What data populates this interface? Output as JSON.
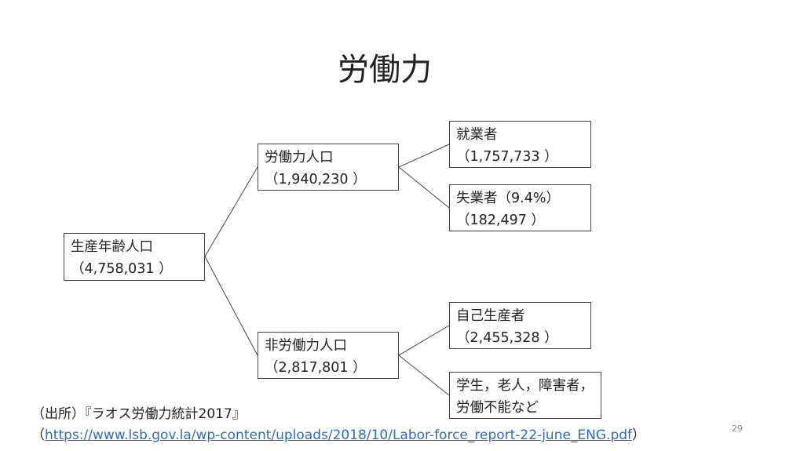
{
  "title": "労働力",
  "tree": {
    "root": {
      "label": "生産年齢人口",
      "value": "（4,758,031 ）"
    },
    "labor_force": {
      "label": "労働力人口",
      "value": "（1,940,230 ）"
    },
    "employed": {
      "label": "就業者",
      "value": "（1,757,733 ）"
    },
    "unemployed": {
      "label": "失業者（9.4%）",
      "value": "（182,497 ）"
    },
    "non_labor_force": {
      "label": "非労働力人口",
      "value": "（2,817,801 ）"
    },
    "self_producers": {
      "label": "自己生産者",
      "value": "（2,455,328 ）"
    },
    "others": {
      "label": "学生，老人，障害者，",
      "value": "労働不能など"
    }
  },
  "source": {
    "label": "（出所）『ラオス労働力統計2017』",
    "open": "（",
    "link": "https://www.lsb.gov.la/wp-content/uploads/2018/10/Labor-force_report-22-june_ENG.pdf",
    "close": "）"
  },
  "page_number": "29"
}
